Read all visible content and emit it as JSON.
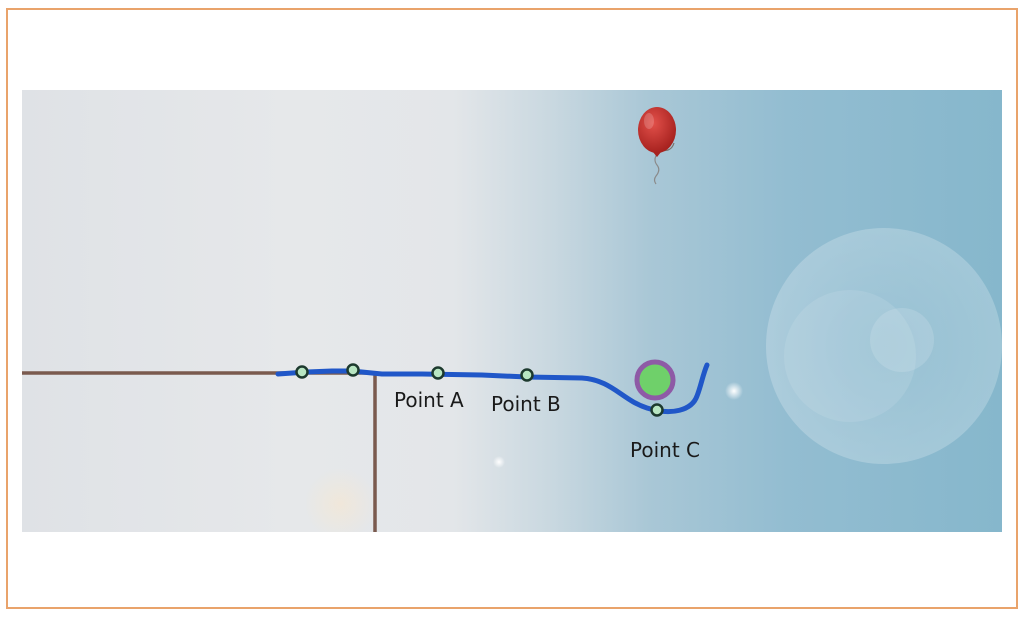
{
  "labels": {
    "point_a": "Point A",
    "point_b": "Point B",
    "point_c": "Point C"
  },
  "colors": {
    "frame_border": "#e9a36b",
    "track": "#2057c8",
    "ledge": "#7a5a4e",
    "balloon": "#c9302c",
    "ball_fill": "#6fd06a",
    "ball_ring": "#8e5aa6",
    "node": "#1d3a2e"
  }
}
